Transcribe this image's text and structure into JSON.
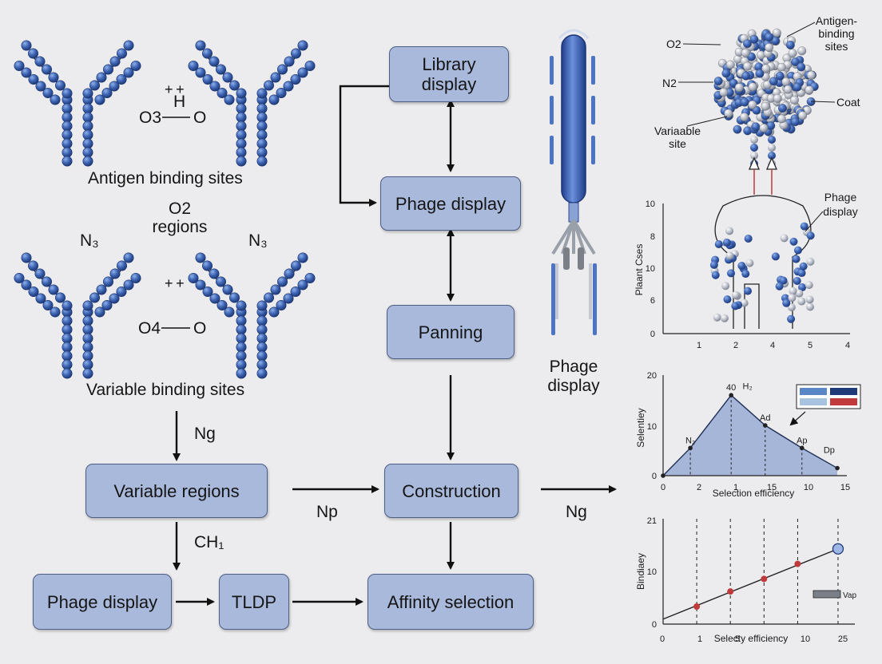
{
  "antibody": {
    "top_plus": "+ +",
    "top_h": "H",
    "top_formula": "O3",
    "top_o": "O",
    "label_top": "Antigen binding sites",
    "mid_formula": "O2",
    "mid_regions": "regions",
    "left_n": "N₃",
    "right_n": "N₃",
    "bottom_plus": "+ +",
    "bottom_formula": "O4",
    "bottom_o": "O",
    "label_bottom": "Variable binding sites"
  },
  "flow": {
    "library_display": "Library display",
    "phage_display_mid": "Phage display",
    "panning": "Panning",
    "construction": "Construction",
    "variable_regions": "Variable regions",
    "phage_display_bottom": "Phage display",
    "tldp": "TLDP",
    "affinity_selection": "Affinity selection",
    "arrow_ng_left": "Ng",
    "arrow_np": "Np",
    "arrow_ng_right": "Ng",
    "arrow_ch": "CH₁"
  },
  "phage_caption": "Phage display",
  "sphere": {
    "o2": "O2",
    "n2": "N2",
    "antigen_sites": "Antigen-\nbinding\nsites",
    "coat": "Coat",
    "variable_site": "Variaable\nsite"
  },
  "chart_data": [
    {
      "type": "diagram-plot",
      "ylabel": "Plaant Cses",
      "annotation": "Phage\ndisplay",
      "y_ticks": [
        "10",
        "8",
        "10",
        "6",
        "0"
      ],
      "x_ticks": [
        "1",
        "2",
        "4",
        "5",
        "4"
      ]
    },
    {
      "type": "area",
      "ylabel": "Selentiey",
      "xlabel": "Selection efficiency",
      "x_ticks": [
        "0",
        "2",
        "1",
        "15",
        "10",
        "15"
      ],
      "y_ticks": [
        "20",
        "10",
        "0"
      ],
      "points": [
        {
          "x": 0,
          "y": 0,
          "label": ""
        },
        {
          "x": 2,
          "y": 5.5,
          "label": "N₂"
        },
        {
          "x": 5,
          "y": 16,
          "label": "40"
        },
        {
          "x": 7.5,
          "y": 10,
          "label": "Ad"
        },
        {
          "x": 10.2,
          "y": 5.5,
          "label": "Ap"
        },
        {
          "x": 12.8,
          "y": 1.5,
          "label": ""
        }
      ],
      "extra_labels": {
        "h2": "H₂",
        "dp": "Dp"
      },
      "x_range": [
        0,
        13.5
      ],
      "y_range": [
        0,
        20
      ],
      "legend_colors": [
        "#5b86c6",
        "#1f3a7a",
        "#a8c3e0",
        "#c0393b"
      ]
    },
    {
      "type": "line",
      "ylabel": "Bindiaey",
      "xlabel": "Selecty efficiency",
      "x_ticks": [
        "0",
        "1",
        "5",
        "10",
        "25"
      ],
      "y_ticks": [
        "21",
        "10",
        "0"
      ],
      "points": [
        {
          "x": 1,
          "y": 3.5
        },
        {
          "x": 2,
          "y": 6.5
        },
        {
          "x": 3,
          "y": 9
        },
        {
          "x": 4,
          "y": 12
        },
        {
          "x": 5.2,
          "y": 15
        }
      ],
      "line_start": {
        "x": 0,
        "y": 1
      },
      "x_range": [
        0,
        5.7
      ],
      "y_range": [
        0,
        21
      ],
      "legend": "Vap"
    }
  ],
  "colors": {
    "box_fill": "#a9b9dc",
    "bead_blue": "#3d64b3",
    "bead_grey": "#b8bcc6",
    "area_fill": "#a6b6d9",
    "marker_red": "#c0393b"
  }
}
